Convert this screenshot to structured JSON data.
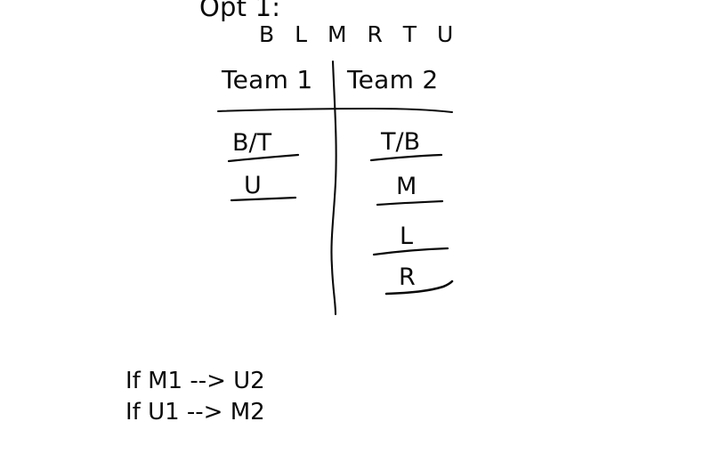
{
  "board": {
    "background_color": "#ffffff",
    "ink_color": "#0a0a0a",
    "title": "Opt 1:",
    "letter_pool": "B L M R T U"
  },
  "columns": [
    {
      "id": "team-1",
      "header": "Team 1",
      "slots": [
        {
          "label": "B/T"
        },
        {
          "label": "U"
        }
      ]
    },
    {
      "id": "team-2",
      "header": "Team 2",
      "slots": [
        {
          "label": "T/B"
        },
        {
          "label": "M"
        },
        {
          "label": "L"
        },
        {
          "label": "R"
        }
      ]
    }
  ],
  "rules": [
    {
      "text": "If M1 --> U2"
    },
    {
      "text": "If U1 --> M2"
    }
  ]
}
